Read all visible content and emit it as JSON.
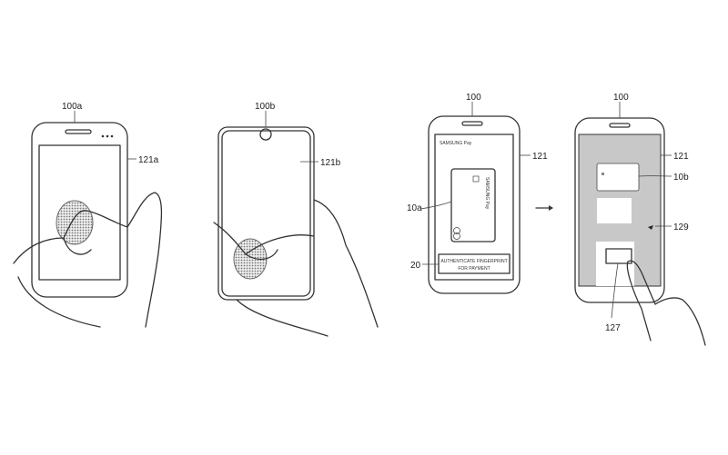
{
  "figures": [
    {
      "device_label": "100a",
      "screen_label": "121a"
    },
    {
      "device_label": "100b",
      "screen_label": "121b"
    },
    {
      "device_label": "100",
      "screen_label": "121",
      "card_label": "10a",
      "button_label": "20",
      "app_title": "SAMSUNG Pay",
      "card_text": "SAMSUNG Pay",
      "prompt_line1": "AUTHENTICATE FINGERPRINT",
      "prompt_line2": "FOR PAYMENT"
    },
    {
      "device_label": "100",
      "screen_label": "121",
      "card_label": "10b",
      "overlay_label": "129",
      "area_label": "127"
    }
  ],
  "colors": {
    "line": "#333333",
    "overlay": "#c8c8c8",
    "fingerprint": "#777777"
  }
}
